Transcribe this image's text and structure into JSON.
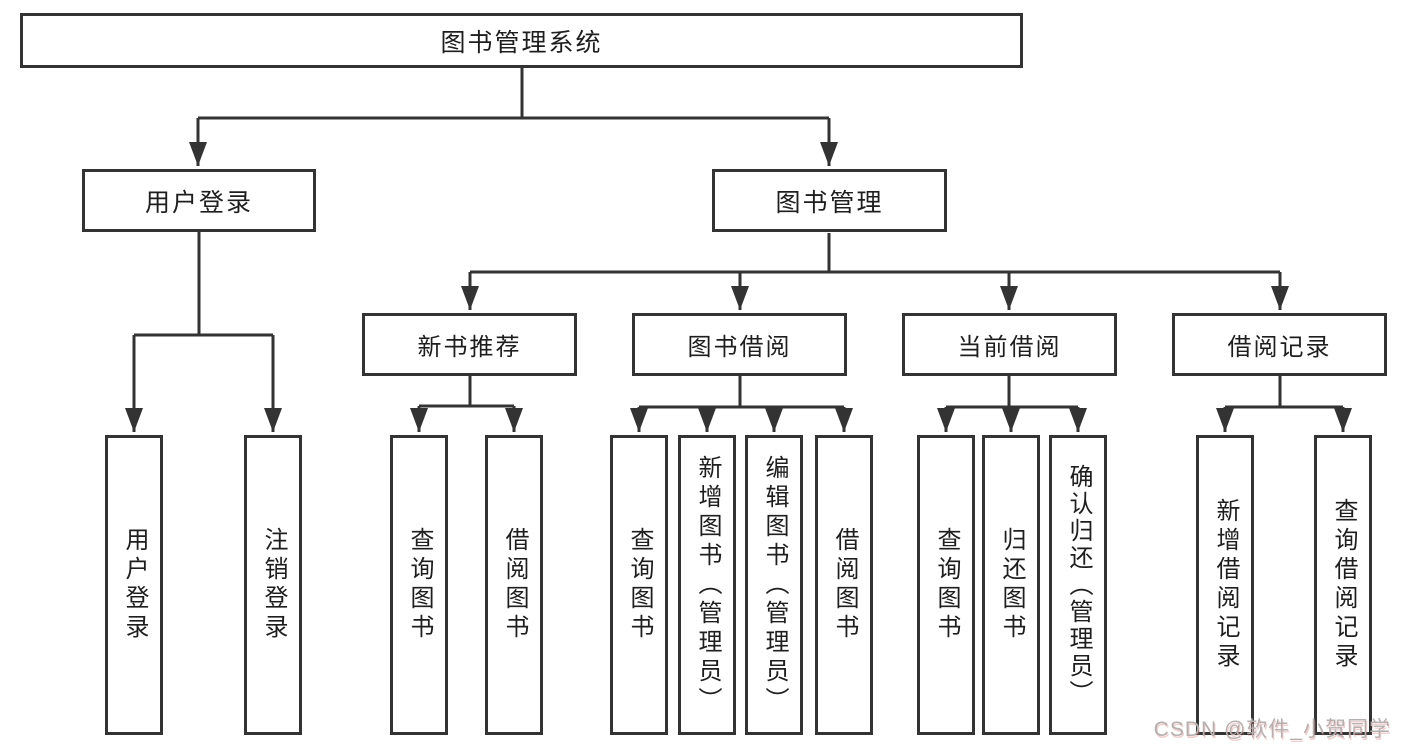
{
  "diagram": {
    "root": {
      "label": "图书管理系统"
    },
    "branches": [
      {
        "label": "用户登录",
        "children": [
          {
            "label": "用户登录"
          },
          {
            "label": "注销登录"
          }
        ]
      },
      {
        "label": "图书管理",
        "sections": [
          {
            "label": "新书推荐",
            "children": [
              {
                "label": "查询图书"
              },
              {
                "label": "借阅图书"
              }
            ]
          },
          {
            "label": "图书借阅",
            "children": [
              {
                "label": "查询图书"
              },
              {
                "label": "新增图书（管理员）"
              },
              {
                "label": "编辑图书（管理员）"
              },
              {
                "label": "借阅图书"
              }
            ]
          },
          {
            "label": "当前借阅",
            "children": [
              {
                "label": "查询图书"
              },
              {
                "label": "归还图书"
              },
              {
                "label": "确认归还（管理员）"
              }
            ]
          },
          {
            "label": "借阅记录",
            "children": [
              {
                "label": "新增借阅记录"
              },
              {
                "label": "查询借阅记录"
              }
            ]
          }
        ]
      }
    ]
  },
  "watermark": {
    "text": "CSDN @软件_小贺同学"
  },
  "colors": {
    "line": "#333333",
    "box_border": "#333333",
    "text": "#1e1e1e",
    "background": "#ffffff",
    "watermark": "#b5afaf"
  }
}
